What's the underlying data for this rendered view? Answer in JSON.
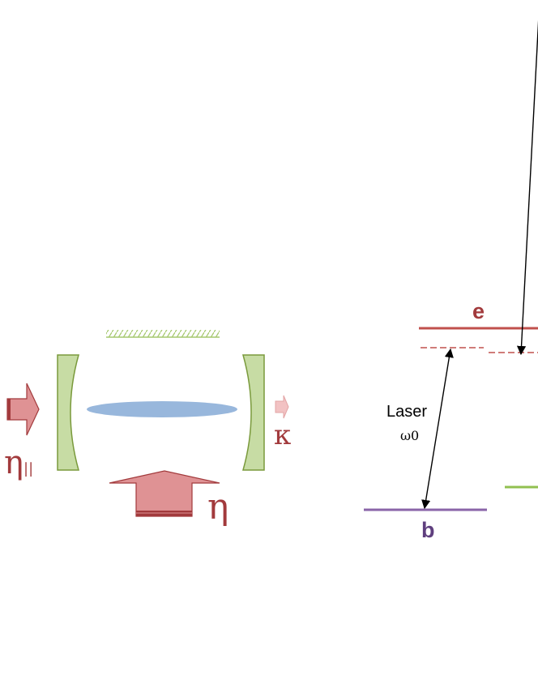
{
  "cavity": {
    "eta_parallel": "η",
    "eta_parallel_sub": "||",
    "eta": "η",
    "kappa": "κ"
  },
  "levels": {
    "excited": "e",
    "ground": "b",
    "laser_label": "Laser",
    "laser_freq": "ω0"
  },
  "colors": {
    "pump_fill": "#df9294",
    "pump_stroke": "#a23a3c",
    "mirror_fill": "#c7dca4",
    "mirror_stroke": "#7a9a3c",
    "atoms": "#98b7dc",
    "level_e": "#c0504d",
    "level_b": "#8a64a8",
    "level_other": "#92c050",
    "label_e": "#a23a3c",
    "label_b": "#5f3f7e"
  }
}
